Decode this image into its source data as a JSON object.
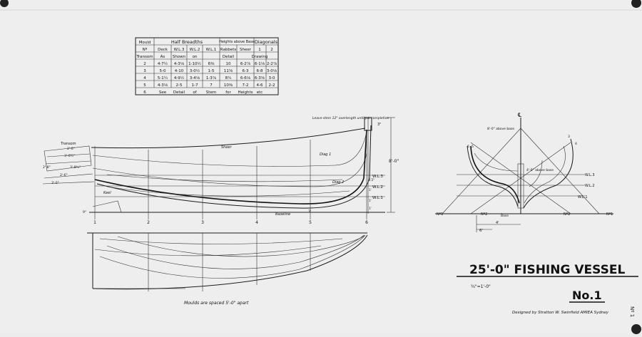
{
  "table": {
    "header_row1": [
      "Mould",
      "Half Breadths",
      "Heights above Base",
      "Diagonals"
    ],
    "header_row2": [
      "Nº",
      "Deck",
      "W.L.3",
      "W.L.2",
      "W.L.1",
      "Rabbets",
      "Sheer",
      "1",
      "2"
    ],
    "rows": [
      [
        "Transom",
        "As",
        "Shown",
        "on",
        "",
        "Detail",
        "",
        "Drawing",
        ""
      ],
      [
        "2",
        "4-7½",
        "4-3⅛",
        "1-10½",
        "6⅜",
        "10",
        "6-2⅞",
        "6-1⅛",
        "2-2⅞"
      ],
      [
        "3",
        "5-0",
        "4-10",
        "3-0½",
        "1-5",
        "11⅝",
        "6-3",
        "6-8",
        "3-0⅛"
      ],
      [
        "4",
        "5-1¼",
        "4-9½",
        "3-4⅛",
        "1-3⅞",
        "8¼",
        "6-6⅛",
        "6-3⅝",
        "3-0"
      ],
      [
        "5",
        "4-3⅛",
        "2-5",
        "1-7",
        "7",
        "10⅜",
        "7-2",
        "4-6",
        "2-2"
      ],
      [
        "6",
        "See",
        "Detail",
        "of",
        "Stem",
        "for",
        "Heights",
        "etc",
        ""
      ]
    ]
  },
  "profile": {
    "stem_note": "Leave stem 12\" overlength until job completion",
    "dim_top": "3\"",
    "height_dim": "8'-0\"",
    "transom_label": "Transom",
    "sheer_label": "Sheer",
    "diag1_label": "Diag 1",
    "diag2_label": "Diag 2",
    "wl3": "W.L.3",
    "wl2": "W.L.2",
    "wl1": "W.L.1",
    "keel_label": "Keel",
    "baseline_label": "Baseline",
    "stem_small_dims": [
      "1'2\"",
      "1'",
      "1'",
      "1'"
    ],
    "transom_dims": [
      "2'-6\"",
      "3'-0¾\"",
      "3'-8¾\"",
      "2'-8\"",
      "2'-6\"",
      "3'-0\""
    ],
    "station_labels": [
      "1",
      "2",
      "3",
      "4",
      "5",
      "6"
    ],
    "small_3": "3'",
    "small_9": "9\""
  },
  "body_plan": {
    "cl": "℄",
    "top_note": "8'-0\" above base",
    "mid_note": "4'-0\" above base",
    "wl3": "W.L.3",
    "wl2": "W.L.2",
    "wl1": "W.L.1",
    "base_label": "Base",
    "diag_labels": [
      "Nº1",
      "Nº2",
      "Nº2",
      "Nº1"
    ],
    "dim_6": "6'",
    "dim_4": "4'",
    "num_labels": [
      "6",
      "5",
      "3",
      "4"
    ]
  },
  "plan": {
    "note": "Moulds are spaced 5'-0\" apart"
  },
  "title": {
    "main": "25'-0\" FISHING VESSEL",
    "scale": "¾\"=1'-0\"",
    "number": "No.1",
    "designer": "Designed by Stratton W. Swinfield AMIEA Sydney"
  },
  "edge_mark": "Nº 1"
}
